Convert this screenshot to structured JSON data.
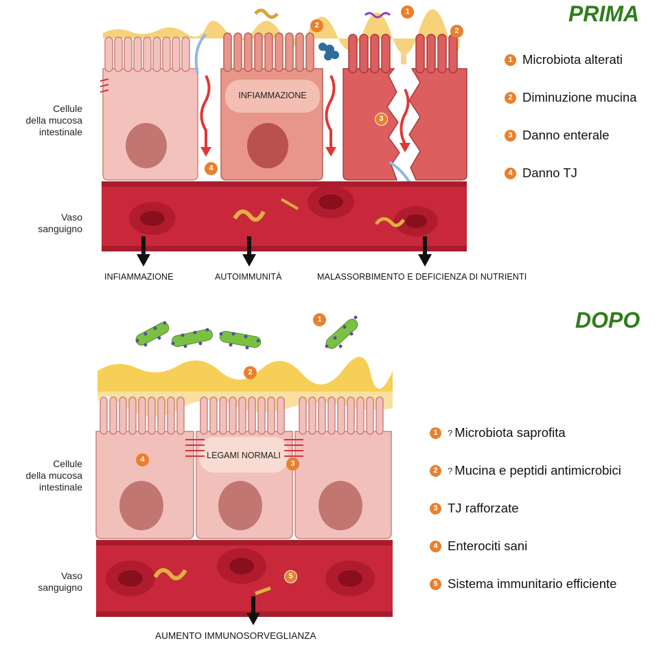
{
  "before": {
    "title": "PRIMA",
    "cells_label": "Cellule\ndella mucosa\nintestinale",
    "vessel_label": "Vaso\nsanguigno",
    "inflammation_tag": "INFIAMMAZIONE",
    "outcomes": [
      "INFIAMMAZIONE",
      "AUTOIMMUNITÀ",
      "MALASSORBIMENTO E DEFICIENZA DI NUTRIENTI"
    ],
    "legend": [
      {
        "num": "1",
        "text": "Microbiota alterati"
      },
      {
        "num": "2",
        "text": "Diminuzione mucina"
      },
      {
        "num": "3",
        "text": "Danno enterale"
      },
      {
        "num": "4",
        "text": "Danno TJ"
      }
    ]
  },
  "after": {
    "title": "DOPO",
    "cells_label": "Cellule\ndella mucosa\nintestinale",
    "vessel_label": "Vaso\nsanguigno",
    "junction_tag": "LEGAMI NORMALI",
    "outcome": "AUMENTO IMMUNOSORVEGLIANZA",
    "legend": [
      {
        "num": "1",
        "prefix": "?",
        "text": "Microbiota saprofita"
      },
      {
        "num": "2",
        "prefix": "?",
        "text": "Mucina e peptidi antimicrobici"
      },
      {
        "num": "3",
        "prefix": "",
        "text": "TJ rafforzate"
      },
      {
        "num": "4",
        "prefix": "",
        "text": "Enterociti sani"
      },
      {
        "num": "5",
        "prefix": "",
        "text": "Sistema immunitario efficiente"
      }
    ]
  },
  "colors": {
    "heading": "#2e7d1c",
    "badge": "#e8802c",
    "vessel": "#c8283a",
    "mucus": "#f6c94a",
    "healthy_cell": "#f2b8b3",
    "inflamed_cell": "#e88a7d",
    "damaged_cell": "#dc5a5a"
  }
}
